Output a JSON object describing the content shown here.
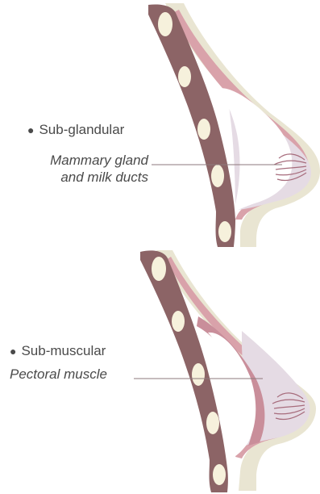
{
  "colors": {
    "ribs_muscle": "#8c6466",
    "rib_holes": "#f6f1dc",
    "skin": "#e9e5d2",
    "pink_tissue": "#d9a2aa",
    "implant_gland": "#e5dbe4",
    "ducts": "#a76c7c",
    "leader_line": "#8e7a7c",
    "label_text": "#4a4a4a"
  },
  "top_diagram": {
    "placement_label": "Sub-glandular",
    "callout_line1": "Mammary gland",
    "callout_line2": "and milk ducts"
  },
  "bottom_diagram": {
    "placement_label": "Sub-muscular",
    "callout": "Pectoral muscle"
  }
}
